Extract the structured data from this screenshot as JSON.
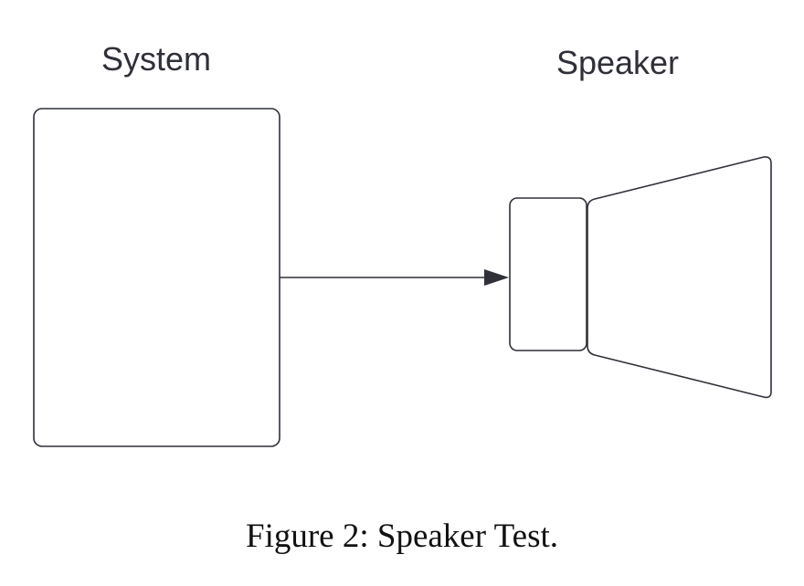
{
  "diagram": {
    "system_label": "System",
    "speaker_label": "Speaker"
  },
  "caption": "Figure 2: Speaker Test.",
  "colors": {
    "stroke": "#2f3038",
    "label": "#2f3038",
    "caption": "#111111"
  }
}
